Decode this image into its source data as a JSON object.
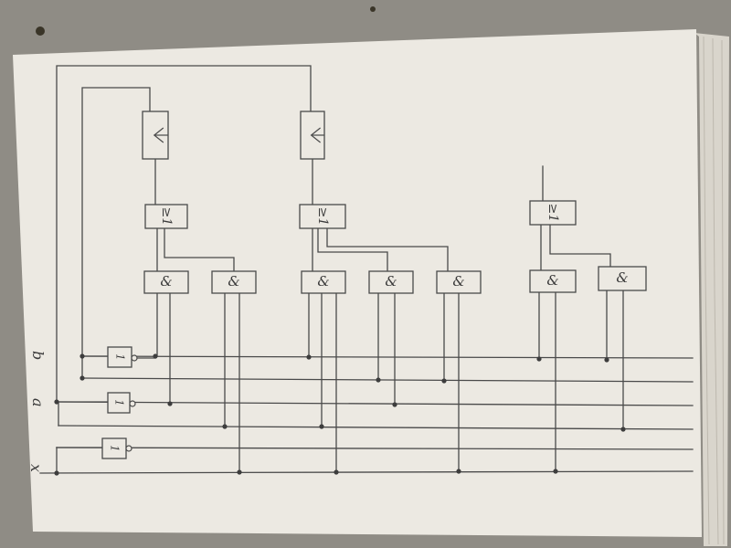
{
  "inputs": [
    {
      "label": "b"
    },
    {
      "label": "a"
    },
    {
      "label": "x"
    }
  ],
  "gates": {
    "not_label": "1",
    "and_label": "&",
    "or_label": "≥1"
  },
  "colors": {
    "paper": "#ece9e2",
    "ink": "#4a4a4a",
    "table": "#8f8c85"
  }
}
